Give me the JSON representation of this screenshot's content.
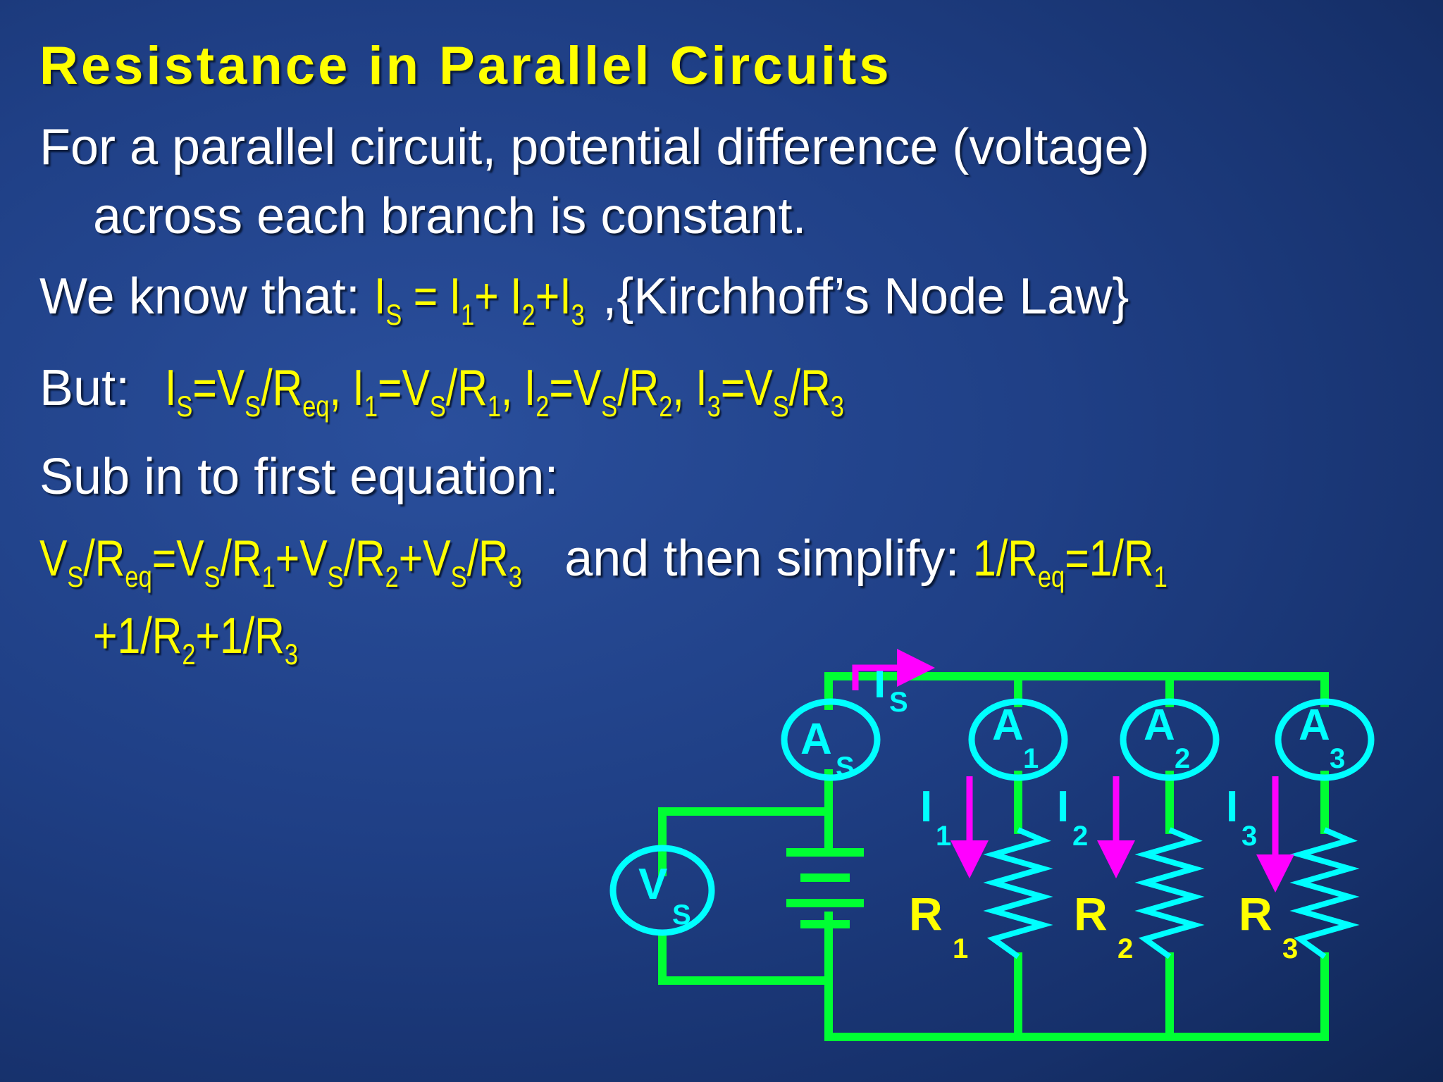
{
  "slide": {
    "title": "Resistance in Parallel Circuits",
    "p1_line1": "For a parallel circuit, potential difference (voltage)",
    "p1_line2": "across each branch is constant.",
    "p2_prefix": "We know that: ",
    "p2_suffix": ",{Kirchhoff’s Node Law}",
    "p3_prefix": "But:",
    "p4": "Sub in to first equation:",
    "p5_mid": " and then simplify: ",
    "I": "I",
    "V": "V",
    "R": "R",
    "sub_s": "S",
    "sub_1": "1",
    "sub_2": "2",
    "sub_3": "3",
    "sub_eq": "eq",
    "eq": "=",
    "plus": "+",
    "slash": "/",
    "comma": ",",
    "one": "1"
  },
  "circuit": {
    "wire_color": "#00ff33",
    "meter_color": "#00ffff",
    "arrow_color": "#ff00ff",
    "label_color": "#ffff00",
    "ammeters": [
      {
        "letter": "A",
        "sub": "S"
      },
      {
        "letter": "A",
        "sub": "1"
      },
      {
        "letter": "A",
        "sub": "2"
      },
      {
        "letter": "A",
        "sub": "3"
      }
    ],
    "voltmeter": {
      "letter": "V",
      "sub": "S"
    },
    "currents": [
      {
        "letter": "I",
        "sub": "S"
      },
      {
        "letter": "I",
        "sub": "1"
      },
      {
        "letter": "I",
        "sub": "2"
      },
      {
        "letter": "I",
        "sub": "3"
      }
    ],
    "resistors": [
      {
        "letter": "R",
        "sub": "1"
      },
      {
        "letter": "R",
        "sub": "2"
      },
      {
        "letter": "R",
        "sub": "3"
      }
    ]
  }
}
